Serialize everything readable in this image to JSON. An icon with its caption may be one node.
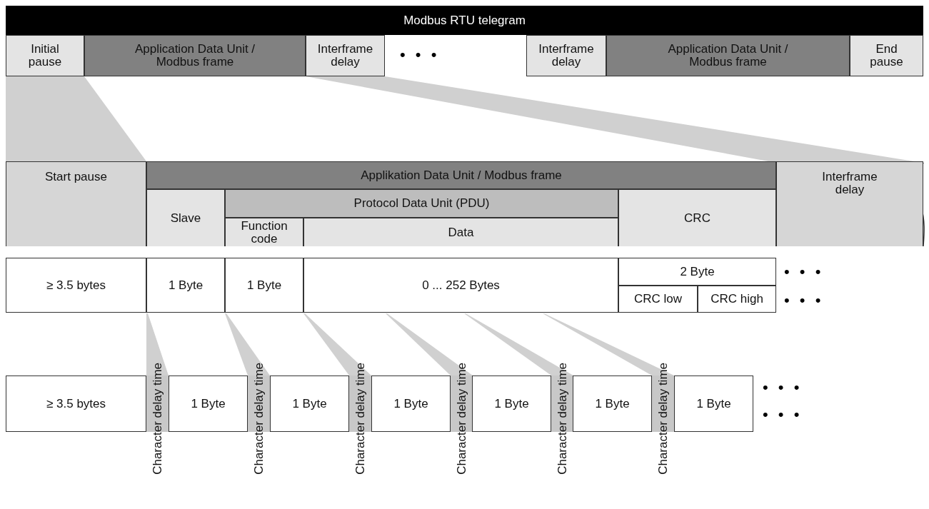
{
  "diagram": {
    "nodes": [
      {
        "text": [
          "Modbus RTU telegram"
        ]
      },
      {
        "text": [
          "Initial pause"
        ]
      },
      {
        "text": [
          "Application Data Unit / Modbus frame"
        ]
      },
      {
        "text": [
          "Interframe delay"
        ]
      },
      {
        "text": [
          "Interframe delay"
        ]
      },
      {
        "text": [
          "Application Data Unit / Modbus frame"
        ]
      },
      {
        "text": [
          "End pause"
        ]
      },
      {
        "text": [
          "Start pause"
        ]
      },
      {
        "text": [
          "Applikation Data Unit / Modbus frame"
        ]
      },
      {
        "text": [
          "Slave"
        ]
      },
      {
        "text": [
          "Protocol Data Unit (PDU)"
        ]
      },
      {
        "text": [
          "Function code"
        ]
      },
      {
        "text": [
          "Data"
        ]
      },
      {
        "text": [
          "CRC"
        ]
      },
      {
        "text": [
          "Interframe delay"
        ]
      },
      {
        "text": [
          "≥ 3.5 bytes"
        ]
      },
      {
        "text": [
          "1 Byte"
        ]
      },
      {
        "text": [
          "1 Byte"
        ]
      },
      {
        "text": [
          "0 ... 252 Bytes"
        ]
      },
      {
        "text": [
          "2 Byte"
        ]
      },
      {
        "text": [
          "CRC low"
        ]
      },
      {
        "text": [
          "CRC high"
        ]
      },
      {
        "text": [
          "≥ 3.5 bytes"
        ]
      },
      {
        "text": [
          "Character delay time"
        ]
      },
      {
        "text": [
          "1 Byte"
        ]
      },
      {
        "text": [
          "Character delay time"
        ]
      },
      {
        "text": [
          "1 Byte"
        ]
      },
      {
        "text": [
          "Character delay time"
        ]
      },
      {
        "text": [
          "1 Byte"
        ]
      },
      {
        "text": [
          "Character delay time"
        ]
      },
      {
        "text": [
          "1 Byte"
        ]
      },
      {
        "text": [
          "Character delay time"
        ]
      },
      {
        "text": [
          "1 Byte"
        ]
      },
      {
        "text": [
          "Character delay time"
        ]
      },
      {
        "text": [
          "1 Byte"
        ]
      }
    ],
    "labels": [
      "• • •",
      "• • •",
      "• • •",
      "• • •",
      "• • •"
    ]
  }
}
